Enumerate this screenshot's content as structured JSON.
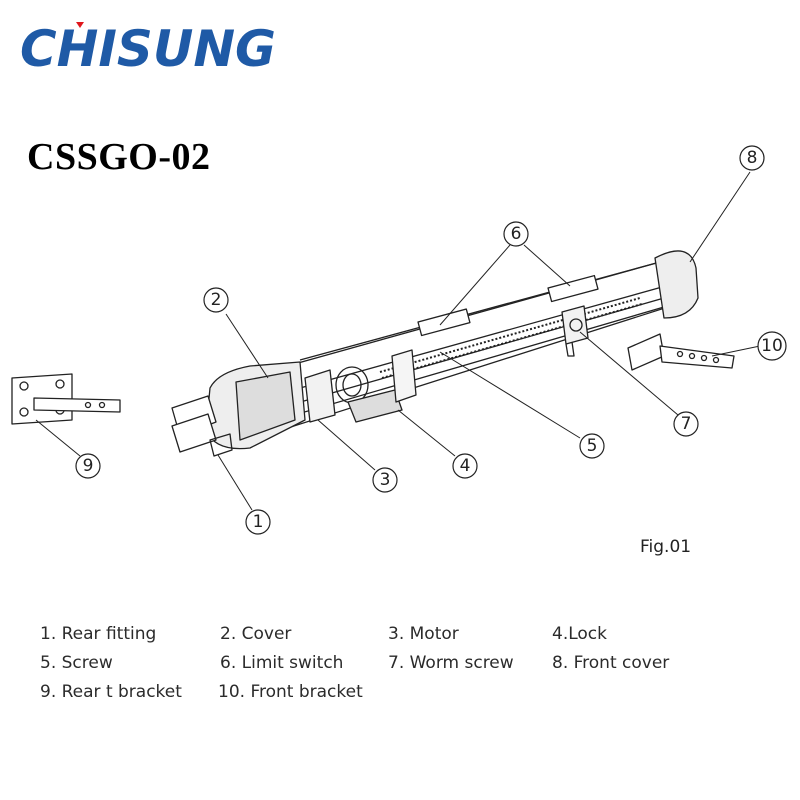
{
  "brand": {
    "name": "CHISUNG",
    "primary_color": "#1f5aa6",
    "accent_color": "#e0161c"
  },
  "model": "CSSGO-02",
  "figure_label": "Fig.01",
  "callouts": [
    "1",
    "2",
    "3",
    "4",
    "5",
    "6",
    "7",
    "8",
    "9",
    "10"
  ],
  "legend": [
    "1. Rear fitting",
    "2. Cover",
    "3. Motor",
    "4.Lock",
    "5. Screw",
    "6. Limit switch",
    "7. Worm screw",
    "8. Front cover",
    "9. Rear t bracket",
    "10. Front bracket"
  ]
}
